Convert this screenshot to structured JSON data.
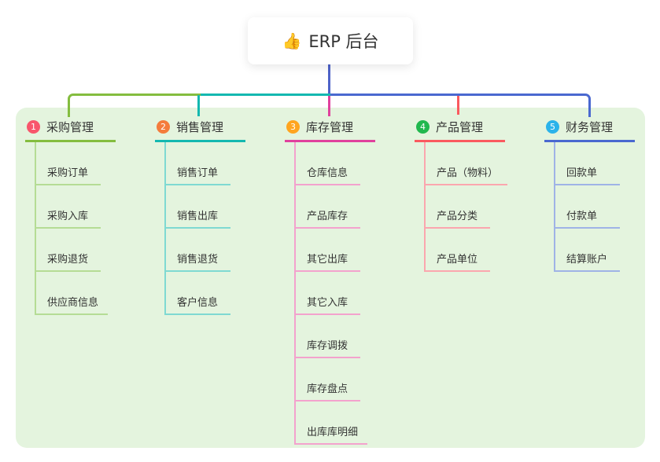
{
  "root": {
    "icon": "👍",
    "label": "ERP 后台"
  },
  "connector_colors": {
    "root_line": "#4e63c8"
  },
  "branches": [
    {
      "num": "1",
      "label": "采购管理",
      "badge_color": "#f8566c",
      "line_color": "#84bd3f",
      "light_color": "#b5dc95",
      "children": [
        "采购订单",
        "采购入库",
        "采购退货",
        "供应商信息"
      ]
    },
    {
      "num": "2",
      "label": "销售管理",
      "badge_color": "#f47c3c",
      "line_color": "#14b8b0",
      "light_color": "#7fd9d2",
      "children": [
        "销售订单",
        "销售出库",
        "销售退货",
        "客户信息"
      ]
    },
    {
      "num": "3",
      "label": "库存管理",
      "badge_color": "#ffa51f",
      "line_color": "#e0419d",
      "light_color": "#f3a2cd",
      "children": [
        "仓库信息",
        "产品库存",
        "其它出库",
        "其它入库",
        "库存调拨",
        "库存盘点",
        "出库库明细"
      ]
    },
    {
      "num": "4",
      "label": "产品管理",
      "badge_color": "#21b84e",
      "line_color": "#fa5a5f",
      "light_color": "#fba6ae",
      "children": [
        "产品（物料）",
        "产品分类",
        "产品单位"
      ]
    },
    {
      "num": "5",
      "label": "财务管理",
      "badge_color": "#2bb3ea",
      "line_color": "#4a68d0",
      "light_color": "#9fb3e6",
      "children": [
        "回款单",
        "付款单",
        "结算账户"
      ]
    }
  ]
}
